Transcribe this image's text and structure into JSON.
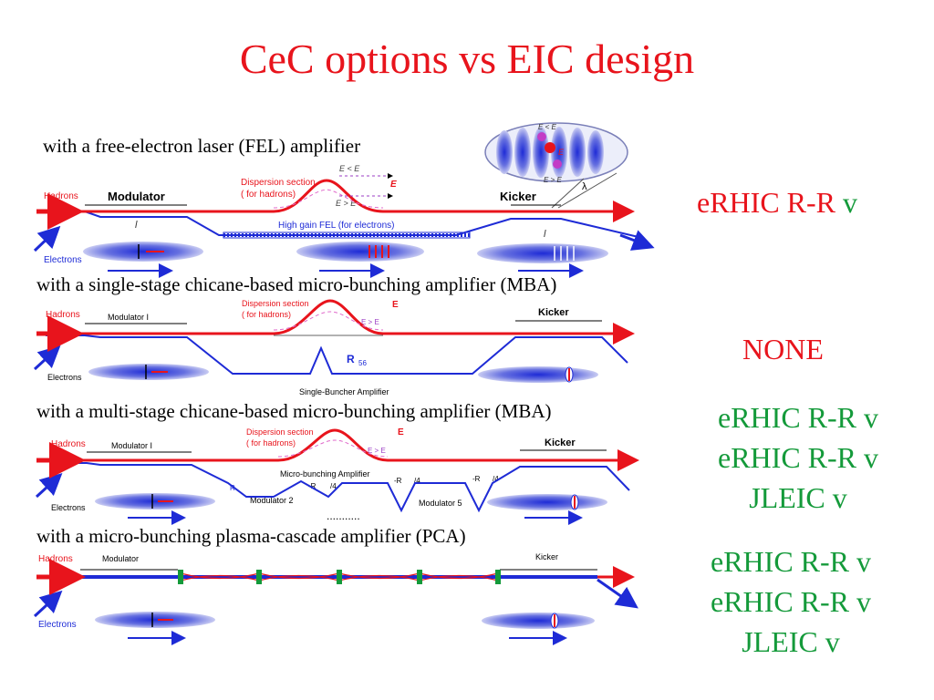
{
  "title": "CeC options vs EIC design",
  "sections": [
    {
      "caption": "with a free-electron laser (FEL) amplifier",
      "labels": {
        "hadrons": "Hadrons",
        "electrons": "Electrons",
        "modulator": "Modulator",
        "kicker": "Kicker",
        "dispersion": "Dispersion section",
        "for_hadrons": "( for hadrons)",
        "fel": "High gain FEL (for electrons)",
        "e_less": "E < E",
        "e_more": "E > E",
        "e_h": "E",
        "l1": "l",
        "l2": "l",
        "lambda": "λ"
      },
      "verdicts": [
        {
          "text": "eRHIC R-R",
          "suffix": " v",
          "color": "red-green"
        }
      ]
    },
    {
      "caption": "with a single-stage chicane-based micro-bunching amplifier (MBA)",
      "labels": {
        "hadrons": "Hadrons",
        "electrons": "Electrons",
        "modulator": "Modulator I",
        "kicker": "Kicker",
        "dispersion": "Dispersion section",
        "for_hadrons": "( for hadrons)",
        "r56": "R",
        "single_buncher": "Single-Buncher Amplifier",
        "e_h": "E",
        "e_more": "E > E"
      },
      "verdicts": [
        {
          "text": "NONE",
          "color": "red"
        }
      ]
    },
    {
      "caption": "with a multi-stage chicane-based micro-bunching amplifier (MBA)",
      "labels": {
        "hadrons": "Hadrons",
        "electrons": "Electrons",
        "modulator": "Modulator I",
        "kicker": "Kicker",
        "dispersion": "Dispersion section",
        "for_hadrons": "( for hadrons)",
        "micro_bunching": "Micro-bunching Amplifier",
        "modulator2": "Modulator 2",
        "modulator5": "Modulator 5",
        "r56": "R",
        "r56_4a": "-R",
        "r56_4b": "-R",
        "r56_4c": "-R",
        "quarter": "/4",
        "dots": "...........",
        "e_h": "E",
        "e_more": "E > E"
      },
      "verdicts": [
        {
          "text": "eRHIC R-R v",
          "color": "green"
        },
        {
          "text": "eRHIC R-R v",
          "color": "green"
        },
        {
          "text": "JLEIC v",
          "color": "green"
        }
      ]
    },
    {
      "caption": "with a micro-bunching plasma-cascade amplifier (PCA)",
      "labels": {
        "hadrons": "Hadrons",
        "electrons": "Electrons",
        "modulator": "Modulator",
        "kicker": "Kicker"
      },
      "verdicts": [
        {
          "text": "eRHIC R-R v",
          "color": "green"
        },
        {
          "text": "eRHIC R-R v",
          "color": "green"
        },
        {
          "text": "JLEIC v",
          "color": "green"
        }
      ]
    }
  ],
  "colors": {
    "title": "#e8141c",
    "green": "#149a3a",
    "hadron_beam": "#e8141c",
    "electron_beam": "#1e2bd6",
    "magnet": "#149a3a"
  }
}
